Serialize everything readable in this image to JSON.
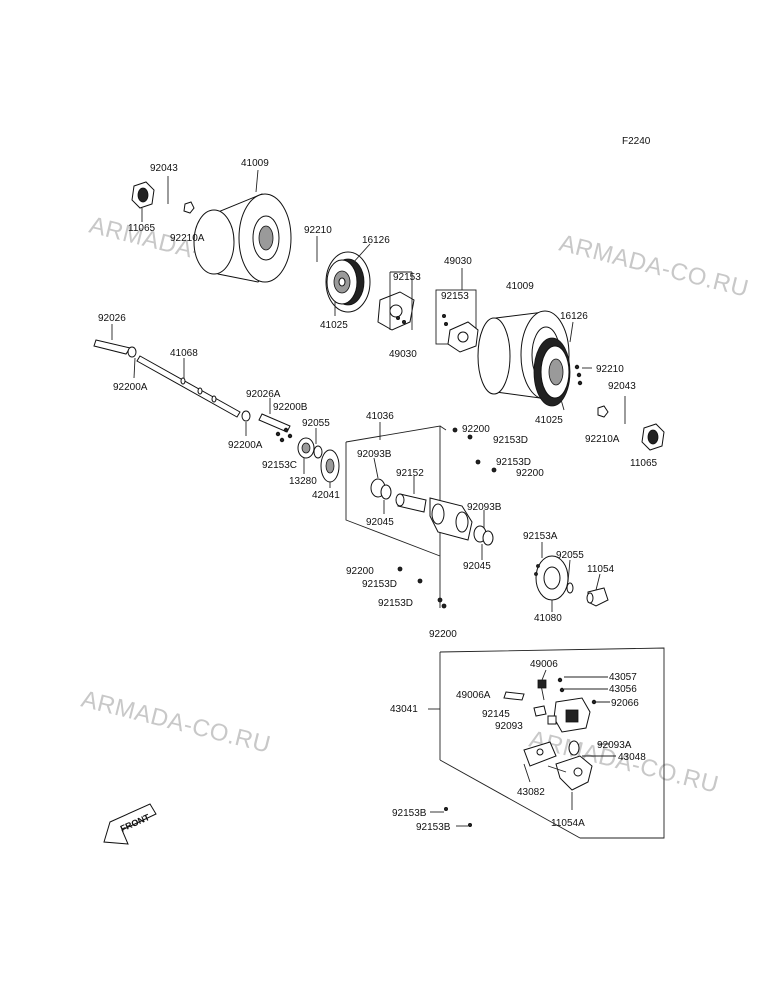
{
  "figure_code": "F2240",
  "watermark_text": "ARMADA-CO.RU",
  "front_label": "FRONT",
  "part_labels": [
    {
      "id": "l-92043-a",
      "text": "92043"
    },
    {
      "id": "l-41009-a",
      "text": "41009"
    },
    {
      "id": "l-11065-a",
      "text": "11065"
    },
    {
      "id": "l-92210a-a",
      "text": "92210A"
    },
    {
      "id": "l-92210-a",
      "text": "92210"
    },
    {
      "id": "l-16126-a",
      "text": "16126"
    },
    {
      "id": "l-41025-a",
      "text": "41025"
    },
    {
      "id": "l-92153-a",
      "text": "92153"
    },
    {
      "id": "l-49030-a",
      "text": "49030"
    },
    {
      "id": "l-49030-b",
      "text": "49030"
    },
    {
      "id": "l-92153-b",
      "text": "92153"
    },
    {
      "id": "l-41009-b",
      "text": "41009"
    },
    {
      "id": "l-16126-b",
      "text": "16126"
    },
    {
      "id": "l-92210-b",
      "text": "92210"
    },
    {
      "id": "l-92043-b",
      "text": "92043"
    },
    {
      "id": "l-41025-b",
      "text": "41025"
    },
    {
      "id": "l-92210a-b",
      "text": "92210A"
    },
    {
      "id": "l-11065-b",
      "text": "11065"
    },
    {
      "id": "l-92026",
      "text": "92026"
    },
    {
      "id": "l-41068",
      "text": "41068"
    },
    {
      "id": "l-92200a-a",
      "text": "92200A"
    },
    {
      "id": "l-92026a",
      "text": "92026A"
    },
    {
      "id": "l-92200b",
      "text": "92200B"
    },
    {
      "id": "l-92200a-b",
      "text": "92200A"
    },
    {
      "id": "l-92055-a",
      "text": "92055"
    },
    {
      "id": "l-92153c",
      "text": "92153C"
    },
    {
      "id": "l-13280",
      "text": "13280"
    },
    {
      "id": "l-42041",
      "text": "42041"
    },
    {
      "id": "l-41036",
      "text": "41036"
    },
    {
      "id": "l-92093b-a",
      "text": "92093B"
    },
    {
      "id": "l-92152",
      "text": "92152"
    },
    {
      "id": "l-92045-a",
      "text": "92045"
    },
    {
      "id": "l-92200-a",
      "text": "92200"
    },
    {
      "id": "l-92153d-a",
      "text": "92153D"
    },
    {
      "id": "l-92153d-top2",
      "text": "92153D"
    },
    {
      "id": "l-92200-b",
      "text": "92200"
    },
    {
      "id": "l-92093b-b",
      "text": "92093B"
    },
    {
      "id": "l-92045-b",
      "text": "92045"
    },
    {
      "id": "l-92200-c",
      "text": "92200"
    },
    {
      "id": "l-92153d-b",
      "text": "92153D"
    },
    {
      "id": "l-92153d-c",
      "text": "92153D"
    },
    {
      "id": "l-92200-d",
      "text": "92200"
    },
    {
      "id": "l-92153a",
      "text": "92153A"
    },
    {
      "id": "l-92055-b",
      "text": "92055"
    },
    {
      "id": "l-11054",
      "text": "11054"
    },
    {
      "id": "l-41080",
      "text": "41080"
    },
    {
      "id": "l-49006",
      "text": "49006"
    },
    {
      "id": "l-43057",
      "text": "43057"
    },
    {
      "id": "l-49006a",
      "text": "49006A"
    },
    {
      "id": "l-43056",
      "text": "43056"
    },
    {
      "id": "l-43041",
      "text": "43041"
    },
    {
      "id": "l-92066",
      "text": "92066"
    },
    {
      "id": "l-92145",
      "text": "92145"
    },
    {
      "id": "l-92093",
      "text": "92093"
    },
    {
      "id": "l-92093a",
      "text": "92093A"
    },
    {
      "id": "l-43048",
      "text": "43048"
    },
    {
      "id": "l-43082",
      "text": "43082"
    },
    {
      "id": "l-11054a",
      "text": "11054A"
    },
    {
      "id": "l-92153b-a",
      "text": "92153B"
    },
    {
      "id": "l-92153b-b",
      "text": "92153B"
    }
  ]
}
